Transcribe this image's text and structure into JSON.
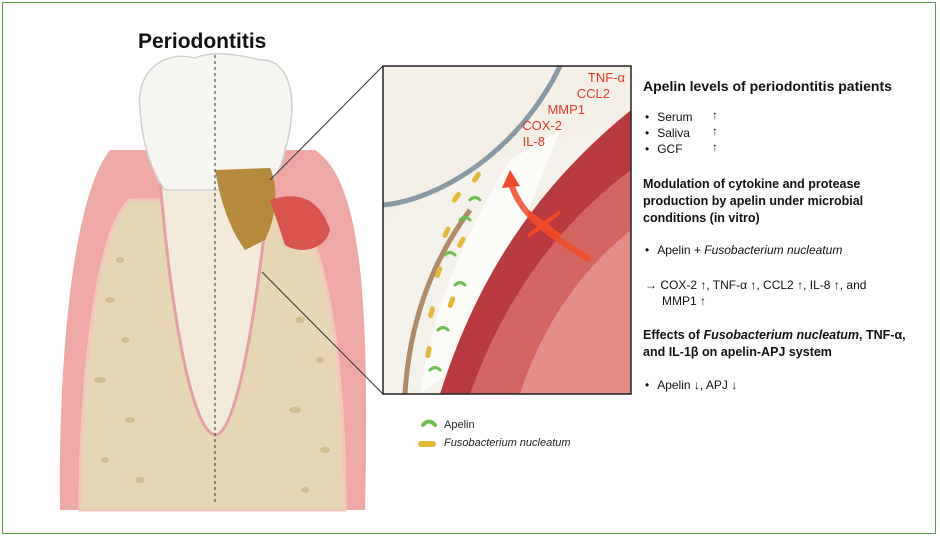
{
  "title": "Periodontitis",
  "inset_labels": [
    "TNF-α",
    "CCL2",
    "MMP1",
    "COX-2",
    "IL-8"
  ],
  "legend": {
    "apelin": "Apelin",
    "fuso": "Fusobacterium nucleatum"
  },
  "section1": {
    "heading": "Apelin levels of periodontitis patients",
    "items": [
      {
        "label": "Serum",
        "arrow": "↑"
      },
      {
        "label": "Saliva",
        "arrow": "↑"
      },
      {
        "label": "GCF",
        "arrow": "↑"
      }
    ]
  },
  "section2": {
    "heading_lines": [
      "Modulation of cytokine and protease",
      "production by apelin under microbial",
      "conditions (in vitro)"
    ],
    "item_prefix": "Apelin + ",
    "item_italic": "Fusobacterium nucleatum",
    "result_line1": "→  COX-2 ↑, TNF-α ↑, CCL2 ↑, IL-8 ↑, and",
    "result_line2": "MMP1 ↑"
  },
  "section3": {
    "heading_pre": "Effects of ",
    "heading_italic": "Fusobacterium nucleatum",
    "heading_post": ", TNF-α,",
    "heading_line2": "and IL-1β on apelin-APJ system",
    "item": "Apelin ↓, APJ ↓"
  },
  "colors": {
    "frame": "#5a9a3c",
    "gum": "#e98a86",
    "inflamed": "#c94a4a",
    "bone": "#e7d6b2",
    "label_red": "#e23a2f",
    "apelin_green": "#6fbf4f",
    "fuso_yellow": "#e3b93a"
  }
}
